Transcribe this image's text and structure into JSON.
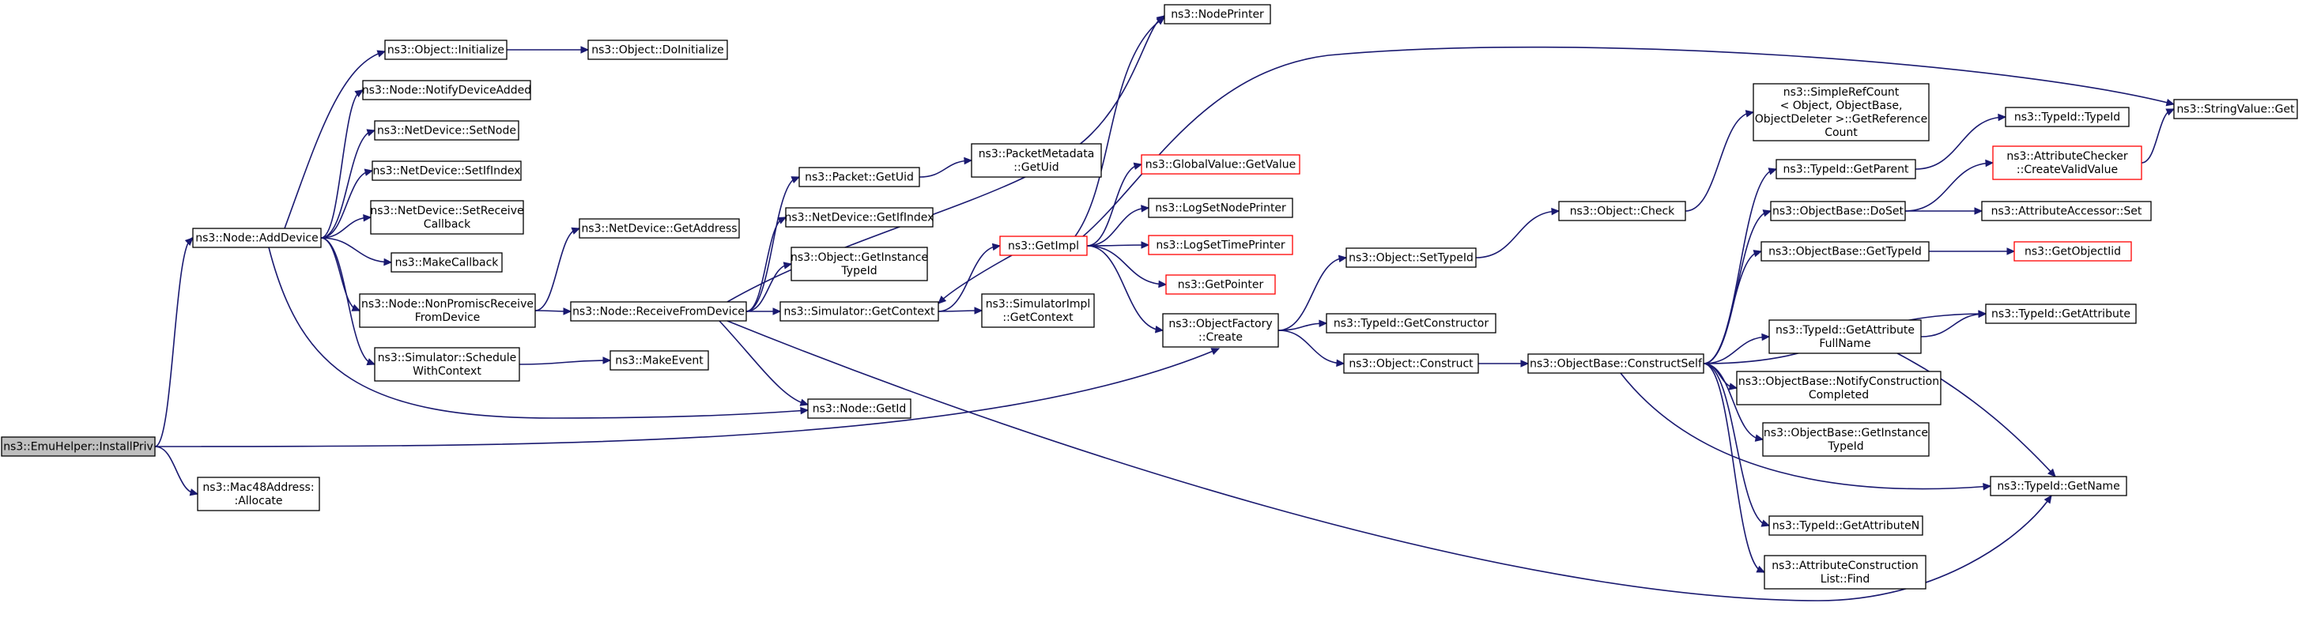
{
  "colors": {
    "edge": "#191970",
    "box_border": "#000000",
    "box_border_truncated": "#ff0000",
    "box_fill": "#ffffff",
    "root_fill": "#bfbfbf"
  },
  "nodes": {
    "n_root": {
      "lines": [
        "ns3::EmuHelper::InstallPriv"
      ],
      "style": "root"
    },
    "n_mac48": {
      "lines": [
        "ns3::Mac48Address:",
        ":Allocate"
      ],
      "style": "normal"
    },
    "n_adddevice": {
      "lines": [
        "ns3::Node::AddDevice"
      ],
      "style": "normal"
    },
    "n_objinit": {
      "lines": [
        "ns3::Object::Initialize"
      ],
      "style": "normal"
    },
    "n_objdoinit": {
      "lines": [
        "ns3::Object::DoInitialize"
      ],
      "style": "normal"
    },
    "n_notifydev": {
      "lines": [
        "ns3::Node::NotifyDeviceAdded"
      ],
      "style": "normal"
    },
    "n_setnode": {
      "lines": [
        "ns3::NetDevice::SetNode"
      ],
      "style": "normal"
    },
    "n_setifindex": {
      "lines": [
        "ns3::NetDevice::SetIfIndex"
      ],
      "style": "normal"
    },
    "n_setrecvcb": {
      "lines": [
        "ns3::NetDevice::SetReceive",
        "Callback"
      ],
      "style": "normal"
    },
    "n_makecb": {
      "lines": [
        "ns3::MakeCallback"
      ],
      "style": "normal"
    },
    "n_nonpromisc": {
      "lines": [
        "ns3::Node::NonPromiscReceive",
        "FromDevice"
      ],
      "style": "normal"
    },
    "n_simschedule": {
      "lines": [
        "ns3::Simulator::Schedule",
        "WithContext"
      ],
      "style": "normal"
    },
    "n_makeevent": {
      "lines": [
        "ns3::MakeEvent"
      ],
      "style": "normal"
    },
    "n_getaddress": {
      "lines": [
        "ns3::NetDevice::GetAddress"
      ],
      "style": "normal"
    },
    "n_recvfromdev": {
      "lines": [
        "ns3::Node::ReceiveFromDevice"
      ],
      "style": "normal"
    },
    "n_nodegetid": {
      "lines": [
        "ns3::Node::GetId"
      ],
      "style": "normal"
    },
    "n_pktgetuid": {
      "lines": [
        "ns3::Packet::GetUid"
      ],
      "style": "normal"
    },
    "n_pktmetauid": {
      "lines": [
        "ns3::PacketMetadata",
        "::GetUid"
      ],
      "style": "normal"
    },
    "n_ndgetifindex": {
      "lines": [
        "ns3::NetDevice::GetIfIndex"
      ],
      "style": "normal"
    },
    "n_objgetinsttid": {
      "lines": [
        "ns3::Object::GetInstance",
        "TypeId"
      ],
      "style": "normal"
    },
    "n_simgetctx": {
      "lines": [
        "ns3::Simulator::GetContext"
      ],
      "style": "normal"
    },
    "n_simimplgetctx": {
      "lines": [
        "ns3::SimulatorImpl",
        "::GetContext"
      ],
      "style": "normal"
    },
    "n_nodeprinter": {
      "lines": [
        "ns3::NodePrinter"
      ],
      "style": "normal"
    },
    "n_getimpl": {
      "lines": [
        "ns3::GetImpl"
      ],
      "style": "truncated"
    },
    "n_gvgetvalue": {
      "lines": [
        "ns3::GlobalValue::GetValue"
      ],
      "style": "truncated"
    },
    "n_logsetnode": {
      "lines": [
        "ns3::LogSetNodePrinter"
      ],
      "style": "normal"
    },
    "n_logsettime": {
      "lines": [
        "ns3::LogSetTimePrinter"
      ],
      "style": "truncated"
    },
    "n_getpointer": {
      "lines": [
        "ns3::GetPointer"
      ],
      "style": "truncated"
    },
    "n_objfactcreate": {
      "lines": [
        "ns3::ObjectFactory",
        "::Create"
      ],
      "style": "normal"
    },
    "n_objsettid": {
      "lines": [
        "ns3::Object::SetTypeId"
      ],
      "style": "normal"
    },
    "n_tidgetctor": {
      "lines": [
        "ns3::TypeId::GetConstructor"
      ],
      "style": "normal"
    },
    "n_objconstruct": {
      "lines": [
        "ns3::Object::Construct"
      ],
      "style": "normal"
    },
    "n_objcheck": {
      "lines": [
        "ns3::Object::Check"
      ],
      "style": "normal"
    },
    "n_simplerefcount": {
      "lines": [
        "ns3::SimpleRefCount",
        "< Object, ObjectBase,",
        " ObjectDeleter >::GetReference",
        "Count"
      ],
      "style": "normal"
    },
    "n_constructself": {
      "lines": [
        "ns3::ObjectBase::ConstructSelf"
      ],
      "style": "normal"
    },
    "n_tidgetparent": {
      "lines": [
        "ns3::TypeId::GetParent"
      ],
      "style": "normal"
    },
    "n_tidtid": {
      "lines": [
        "ns3::TypeId::TypeId"
      ],
      "style": "normal"
    },
    "n_obdoset": {
      "lines": [
        "ns3::ObjectBase::DoSet"
      ],
      "style": "normal"
    },
    "n_attrchecker": {
      "lines": [
        "ns3::AttributeChecker",
        "::CreateValidValue"
      ],
      "style": "truncated"
    },
    "n_attraccessor": {
      "lines": [
        "ns3::AttributeAccessor::Set"
      ],
      "style": "normal"
    },
    "n_stringvalue": {
      "lines": [
        "ns3::StringValue::Get"
      ],
      "style": "normal"
    },
    "n_obgettid": {
      "lines": [
        "ns3::ObjectBase::GetTypeId"
      ],
      "style": "normal"
    },
    "n_getobjectiid": {
      "lines": [
        "ns3::GetObjectIid"
      ],
      "style": "truncated"
    },
    "n_tidgetattrfull": {
      "lines": [
        "ns3::TypeId::GetAttribute",
        "FullName"
      ],
      "style": "normal"
    },
    "n_tidgetattr": {
      "lines": [
        "ns3::TypeId::GetAttribute"
      ],
      "style": "normal"
    },
    "n_obnotifyconstr": {
      "lines": [
        "ns3::ObjectBase::NotifyConstruction",
        "Completed"
      ],
      "style": "normal"
    },
    "n_obgetinsttid": {
      "lines": [
        "ns3::ObjectBase::GetInstance",
        "TypeId"
      ],
      "style": "normal"
    },
    "n_tidgetname": {
      "lines": [
        "ns3::TypeId::GetName"
      ],
      "style": "normal"
    },
    "n_tidgetattrn": {
      "lines": [
        "ns3::TypeId::GetAttributeN"
      ],
      "style": "normal"
    },
    "n_attrconstrlist": {
      "lines": [
        "ns3::AttributeConstruction",
        "List::Find"
      ],
      "style": "normal"
    }
  },
  "edges": [
    [
      "n_root",
      "n_adddevice"
    ],
    [
      "n_root",
      "n_mac48"
    ],
    [
      "n_root",
      "n_objfactcreate"
    ],
    [
      "n_adddevice",
      "n_objinit"
    ],
    [
      "n_adddevice",
      "n_notifydev"
    ],
    [
      "n_adddevice",
      "n_setnode"
    ],
    [
      "n_adddevice",
      "n_setifindex"
    ],
    [
      "n_adddevice",
      "n_setrecvcb"
    ],
    [
      "n_adddevice",
      "n_makecb"
    ],
    [
      "n_adddevice",
      "n_nonpromisc"
    ],
    [
      "n_adddevice",
      "n_simschedule"
    ],
    [
      "n_adddevice",
      "n_nodegetid"
    ],
    [
      "n_objinit",
      "n_objdoinit"
    ],
    [
      "n_nonpromisc",
      "n_getaddress"
    ],
    [
      "n_nonpromisc",
      "n_recvfromdev"
    ],
    [
      "n_simschedule",
      "n_makeevent"
    ],
    [
      "n_recvfromdev",
      "n_pktgetuid"
    ],
    [
      "n_recvfromdev",
      "n_ndgetifindex"
    ],
    [
      "n_recvfromdev",
      "n_objgetinsttid"
    ],
    [
      "n_recvfromdev",
      "n_simgetctx"
    ],
    [
      "n_recvfromdev",
      "n_nodegetid"
    ],
    [
      "n_recvfromdev",
      "n_nodeprinter"
    ],
    [
      "n_recvfromdev",
      "n_tidgetname"
    ],
    [
      "n_pktgetuid",
      "n_pktmetauid"
    ],
    [
      "n_simgetctx",
      "n_getimpl"
    ],
    [
      "n_simgetctx",
      "n_simimplgetctx"
    ],
    [
      "n_getimpl",
      "n_gvgetvalue"
    ],
    [
      "n_getimpl",
      "n_logsetnode"
    ],
    [
      "n_getimpl",
      "n_logsettime"
    ],
    [
      "n_getimpl",
      "n_getpointer"
    ],
    [
      "n_getimpl",
      "n_objfactcreate"
    ],
    [
      "n_getimpl",
      "n_simgetctx"
    ],
    [
      "n_getimpl",
      "n_nodeprinter"
    ],
    [
      "n_getimpl",
      "n_stringvalue"
    ],
    [
      "n_objfactcreate",
      "n_objsettid"
    ],
    [
      "n_objfactcreate",
      "n_tidgetctor"
    ],
    [
      "n_objfactcreate",
      "n_objconstruct"
    ],
    [
      "n_objsettid",
      "n_objcheck"
    ],
    [
      "n_objcheck",
      "n_simplerefcount"
    ],
    [
      "n_objconstruct",
      "n_constructself"
    ],
    [
      "n_constructself",
      "n_tidgetparent"
    ],
    [
      "n_constructself",
      "n_obdoset"
    ],
    [
      "n_constructself",
      "n_obgettid"
    ],
    [
      "n_constructself",
      "n_tidgetattr"
    ],
    [
      "n_constructself",
      "n_tidgetattrfull"
    ],
    [
      "n_constructself",
      "n_obnotifyconstr"
    ],
    [
      "n_constructself",
      "n_obgetinsttid"
    ],
    [
      "n_constructself",
      "n_tidgetname"
    ],
    [
      "n_constructself",
      "n_tidgetattrn"
    ],
    [
      "n_constructself",
      "n_attrconstrlist"
    ],
    [
      "n_tidgetparent",
      "n_tidtid"
    ],
    [
      "n_obdoset",
      "n_attrchecker"
    ],
    [
      "n_obdoset",
      "n_attraccessor"
    ],
    [
      "n_attrchecker",
      "n_stringvalue"
    ],
    [
      "n_obgettid",
      "n_getobjectiid"
    ],
    [
      "n_tidgetattrfull",
      "n_tidgetattr"
    ],
    [
      "n_tidgetattrfull",
      "n_tidgetname"
    ]
  ]
}
